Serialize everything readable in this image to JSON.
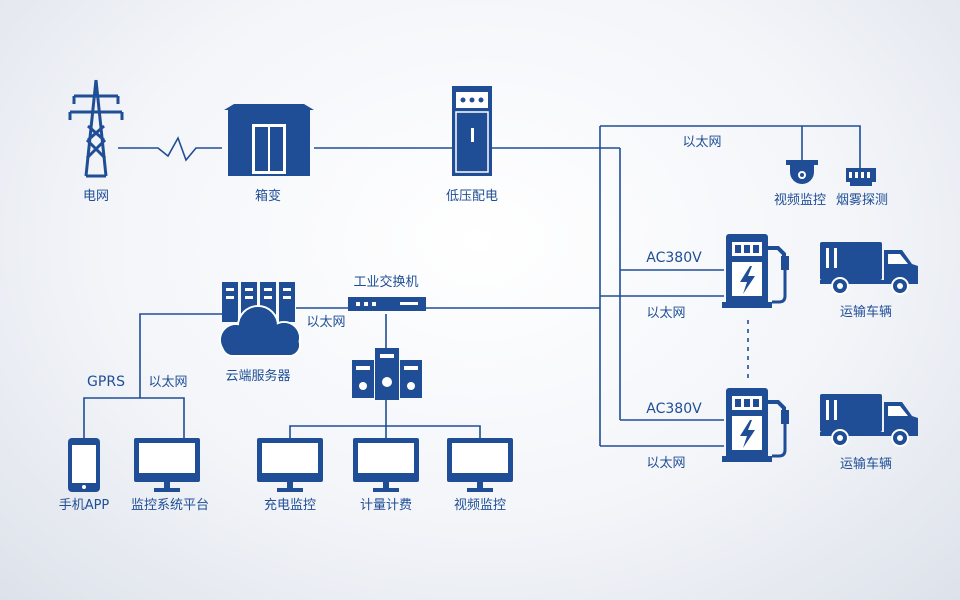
{
  "colors": {
    "primary": "#1f4e96",
    "line": "#1f4e96",
    "white": "#ffffff"
  },
  "nodes": {
    "grid": "电网",
    "box_transformer": "箱变",
    "low_voltage": "低压配电",
    "video_camera": "视频监控",
    "smoke_detector": "烟雾探测",
    "industrial_switch": "工业交换机",
    "cloud_server": "云端服务器",
    "phone_app": "手机APP",
    "monitor_platform": "监控系统平台",
    "charge_monitor": "充电监控",
    "metering": "计量计费",
    "video_monitor": "视频监控",
    "truck_1": "运输车辆",
    "truck_2": "运输车辆"
  },
  "links": {
    "ethernet_top": "以太网",
    "ac_1": "AC380V",
    "ethernet_1": "以太网",
    "ac_2": "AC380V",
    "ethernet_2": "以太网",
    "ethernet_switch_cloud": "以太网",
    "gprs": "GPRS",
    "ethernet_cloud": "以太网"
  }
}
